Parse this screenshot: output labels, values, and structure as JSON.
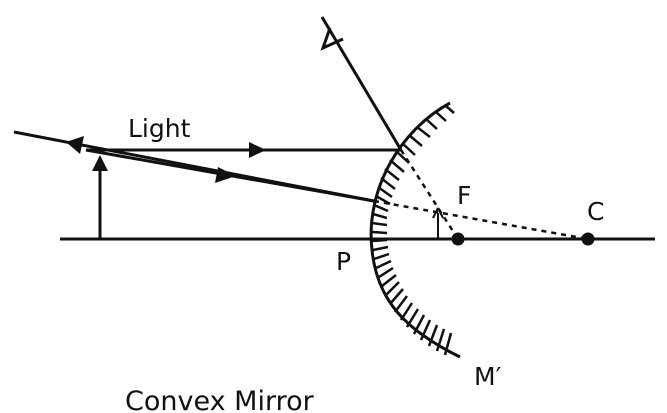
{
  "diagram": {
    "labels": {
      "light": "Light",
      "focus": "F",
      "center": "C",
      "pole": "P",
      "mirror": "M′"
    },
    "caption": "Convex Mirror"
  },
  "colors": {
    "ink": "#111111",
    "background": "#ffffff"
  }
}
